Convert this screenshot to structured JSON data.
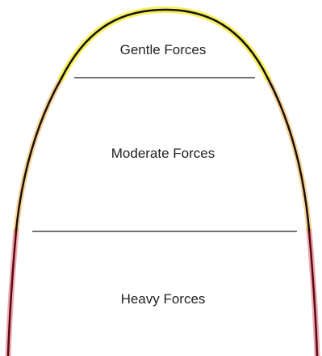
{
  "zones": [
    {
      "label": "Gentle Forces",
      "color": "#f4e21c"
    },
    {
      "label": "Moderate Forces",
      "color": "#e0a030"
    },
    {
      "label": "Heavy Forces",
      "color": "#c8283c"
    }
  ],
  "colors": {
    "outline": "#111111",
    "divider": "#222222",
    "text": "#222222"
  }
}
